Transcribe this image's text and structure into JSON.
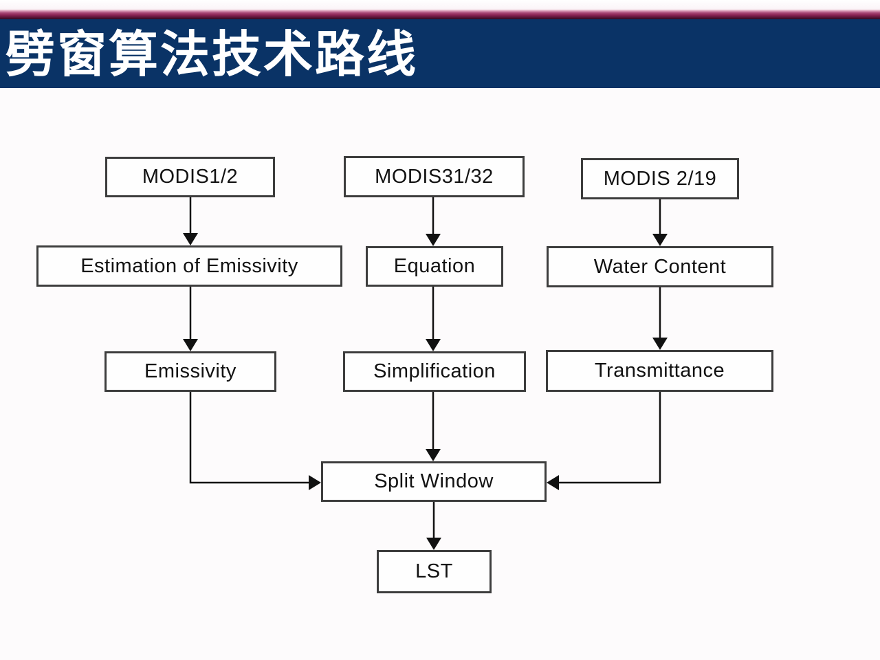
{
  "header": {
    "title": "劈窗算法技术路线",
    "band_color": "#0a3366",
    "accent_stripe_color": "#8c2556",
    "title_color": "#ffffff"
  },
  "flowchart": {
    "line_color": "#111111",
    "box_border_color": "#3d3d3d",
    "box_fill_color": "#fefefe",
    "nodes": [
      {
        "id": "modis-1-2",
        "label": "MODIS1/2"
      },
      {
        "id": "modis-31-32",
        "label": "MODIS31/32"
      },
      {
        "id": "modis-2-19",
        "label": "MODIS 2/19"
      },
      {
        "id": "estimation-of-emissivity",
        "label": "Estimation of Emissivity"
      },
      {
        "id": "equation",
        "label": "Equation"
      },
      {
        "id": "water-content",
        "label": "Water Content"
      },
      {
        "id": "emissivity",
        "label": "Emissivity"
      },
      {
        "id": "simplification",
        "label": "Simplification"
      },
      {
        "id": "transmittance",
        "label": "Transmittance"
      },
      {
        "id": "split-window",
        "label": "Split Window"
      },
      {
        "id": "lst",
        "label": "LST"
      }
    ],
    "edges": [
      "MODIS1/2 -> Estimation of Emissivity",
      "MODIS31/32 -> Equation",
      "MODIS 2/19 -> Water Content",
      "Estimation of Emissivity -> Emissivity",
      "Equation -> Simplification",
      "Water Content -> Transmittance",
      "Emissivity -> Split Window",
      "Simplification -> Split Window",
      "Transmittance -> Split Window",
      "Split Window -> LST"
    ]
  }
}
